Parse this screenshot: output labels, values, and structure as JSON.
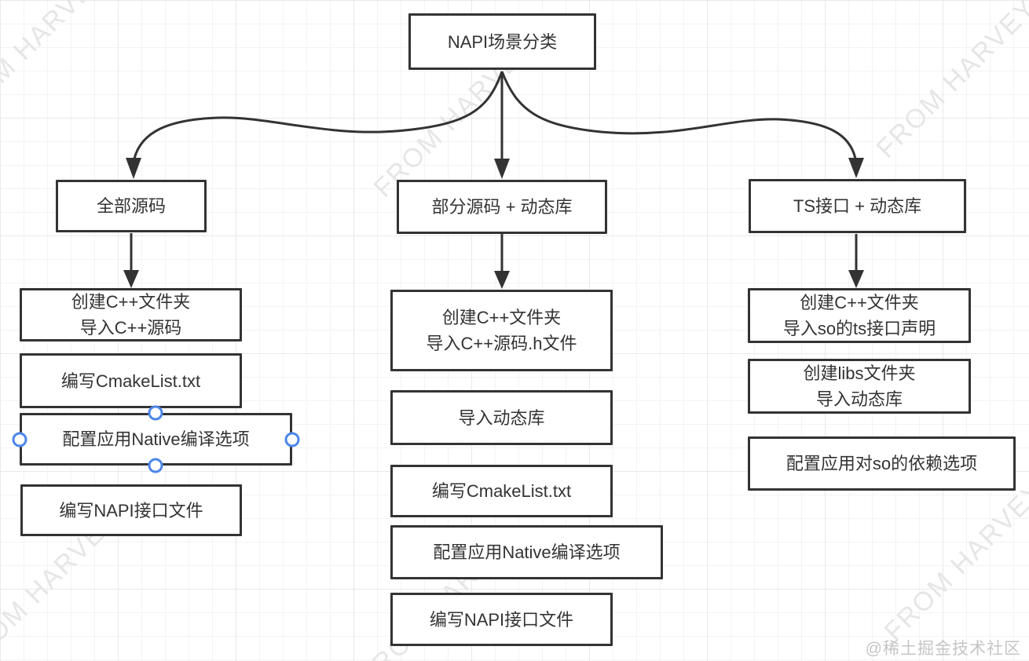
{
  "watermark": {
    "text": "FROM HARVEY"
  },
  "credit": "@稀土掘金技术社区",
  "colors": {
    "box_border": "#333333",
    "connector": "#333333",
    "handle_blue": "#4c86e8",
    "watermark_gray": "#e6e6e6",
    "credit_gray": "#c5c5c5"
  },
  "root": {
    "label": "NAPI场景分类"
  },
  "branches": [
    {
      "label": "全部源码",
      "steps": [
        {
          "lines": [
            "创建C++文件夹",
            "导入C++源码"
          ]
        },
        {
          "lines": [
            "编写CmakeList.txt"
          ]
        },
        {
          "lines": [
            "配置应用Native编译选项"
          ],
          "selected": true
        },
        {
          "lines": [
            "编写NAPI接口文件"
          ]
        }
      ]
    },
    {
      "label": "部分源码 + 动态库",
      "steps": [
        {
          "lines": [
            "创建C++文件夹",
            "导入C++源码.h文件"
          ]
        },
        {
          "lines": [
            "导入动态库"
          ]
        },
        {
          "lines": [
            "编写CmakeList.txt"
          ]
        },
        {
          "lines": [
            "配置应用Native编译选项"
          ]
        },
        {
          "lines": [
            "编写NAPI接口文件"
          ]
        }
      ]
    },
    {
      "label": "TS接口 + 动态库",
      "steps": [
        {
          "lines": [
            "创建C++文件夹",
            "导入so的ts接口声明"
          ]
        },
        {
          "lines": [
            "创建libs文件夹",
            "导入动态库"
          ]
        },
        {
          "lines": [
            "配置应用对so的依赖选项"
          ]
        }
      ]
    }
  ]
}
